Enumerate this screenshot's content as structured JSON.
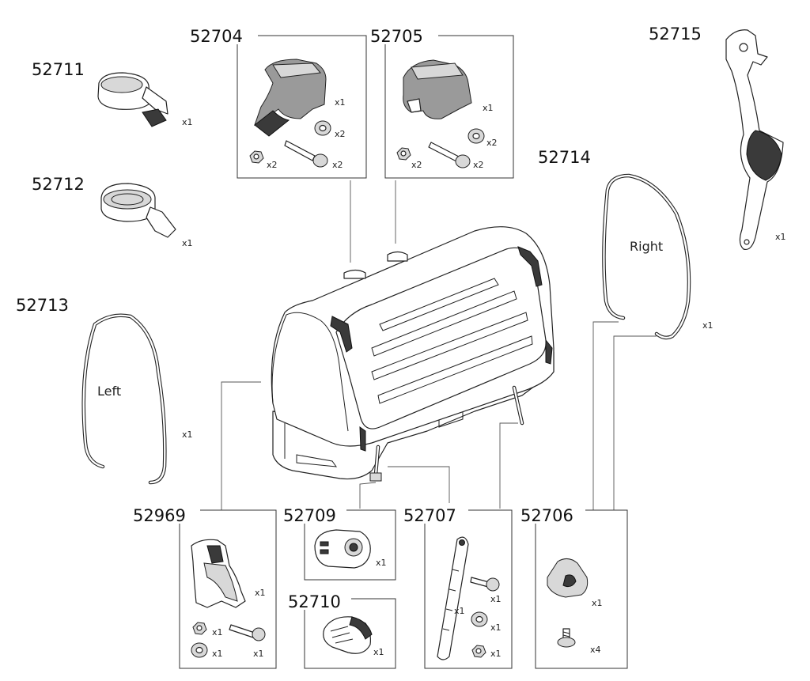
{
  "parts": {
    "p52711": {
      "number": "52711",
      "qty": [
        "x1"
      ]
    },
    "p52712": {
      "number": "52712",
      "qty": [
        "x1"
      ]
    },
    "p52713": {
      "number": "52713",
      "qty": [
        "x1"
      ],
      "side_label": "Left"
    },
    "p52704": {
      "number": "52704",
      "qty": [
        "x1",
        "x2",
        "x2",
        "x2"
      ]
    },
    "p52705": {
      "number": "52705",
      "qty": [
        "x1",
        "x2",
        "x2",
        "x2"
      ]
    },
    "p52714": {
      "number": "52714",
      "qty": [
        "x1"
      ],
      "side_label": "Right"
    },
    "p52715": {
      "number": "52715",
      "qty": [
        "x1"
      ]
    },
    "p52969": {
      "number": "52969",
      "qty": [
        "x1",
        "x1",
        "x1",
        "x1"
      ]
    },
    "p52709": {
      "number": "52709",
      "qty": [
        "x1"
      ]
    },
    "p52710": {
      "number": "52710",
      "qty": [
        "x1"
      ]
    },
    "p52707": {
      "number": "52707",
      "qty": [
        "x1",
        "x1",
        "x1",
        "x1"
      ]
    },
    "p52706": {
      "number": "52706",
      "qty": [
        "x1",
        "x4"
      ]
    }
  },
  "icons": [
    "strap-buckle-icon",
    "tape-roll-icon",
    "bike-frame-left-icon",
    "bike-frame-right-icon",
    "cargo-box-icon",
    "clamp-cover-icon",
    "bolt-icon",
    "washer-icon",
    "nut-icon",
    "rubber-strap-icon",
    "knob-icon",
    "latch-icon",
    "hook-icon",
    "screw-icon"
  ]
}
